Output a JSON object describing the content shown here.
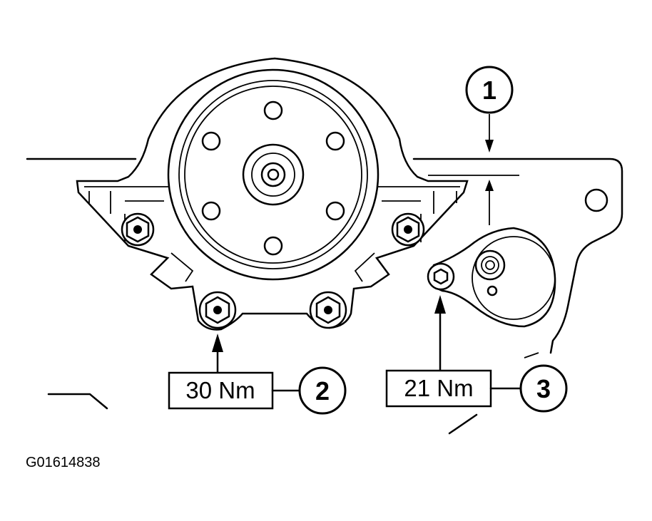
{
  "callouts": {
    "c1": "1",
    "c2": "2",
    "c3": "3"
  },
  "torques": {
    "left": "30 Nm",
    "right": "21 Nm"
  },
  "figure_id": "G01614838",
  "colors": {
    "ink": "#000000",
    "paper": "#ffffff"
  }
}
